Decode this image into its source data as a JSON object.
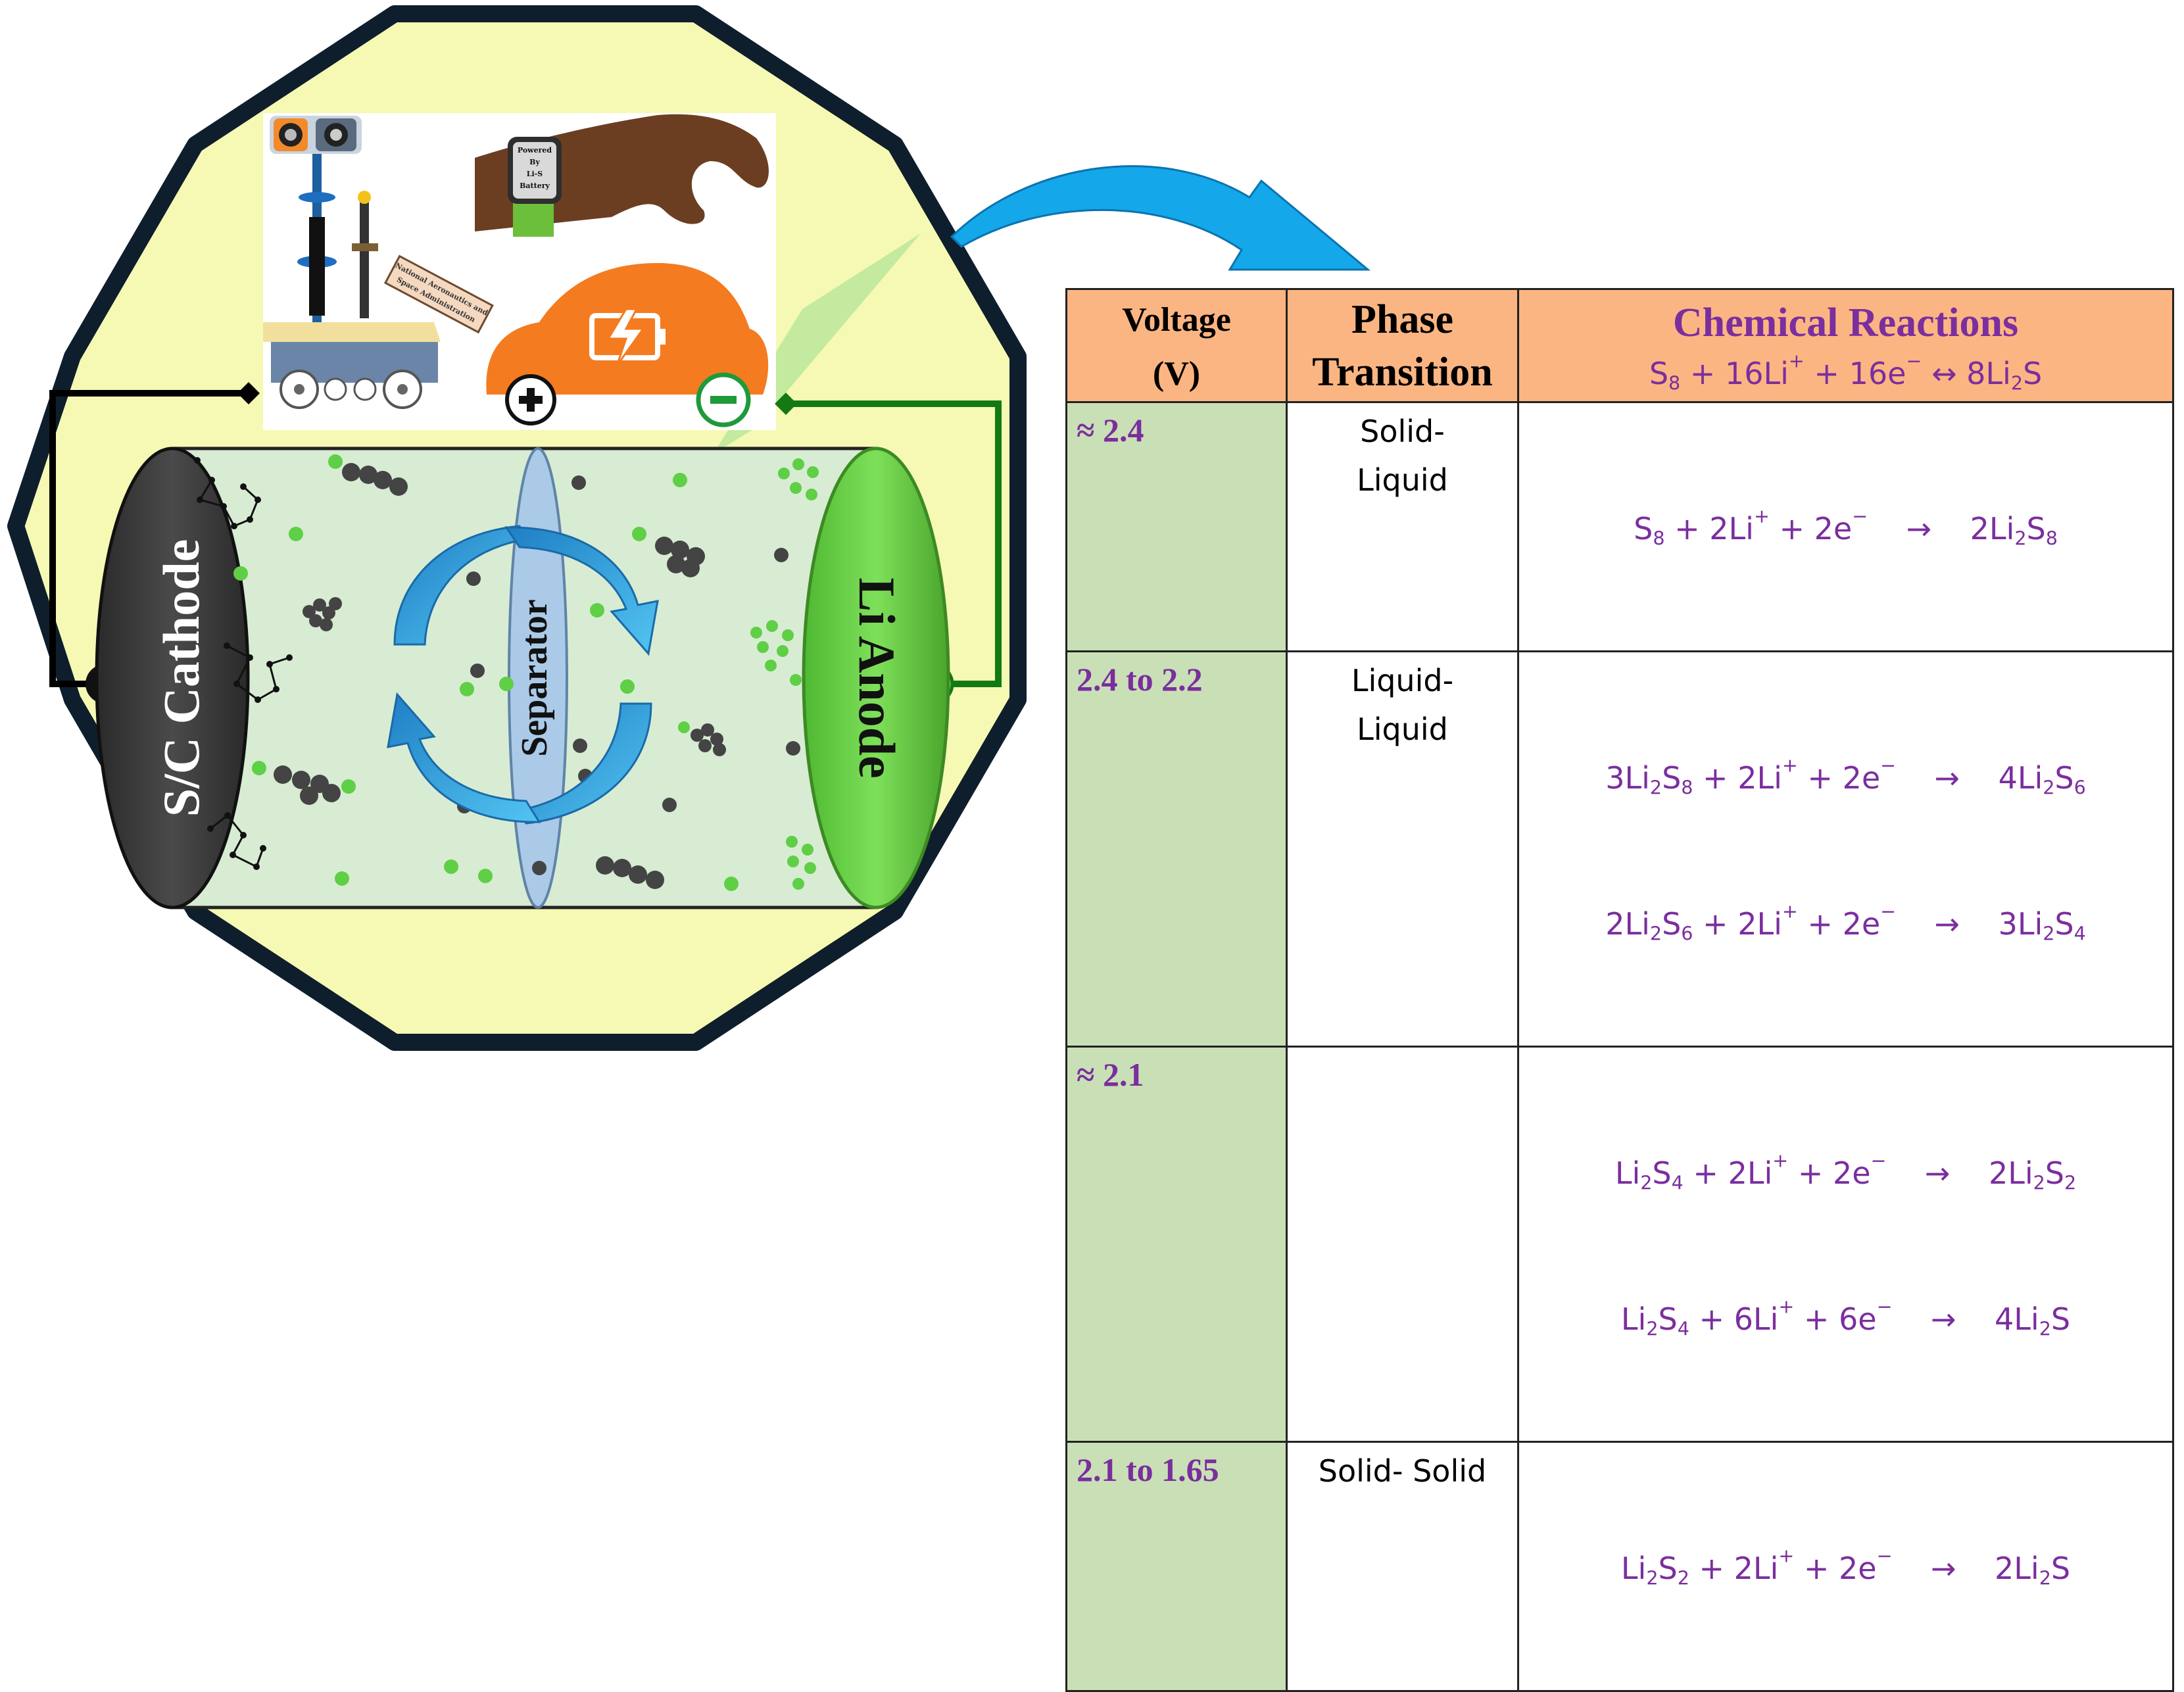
{
  "diagram": {
    "cathode_label": "S/C Cathode",
    "anode_label": "Li Anode",
    "separator_label": "Separator",
    "watch_text": [
      "Powered",
      "By",
      "Li-S",
      "Battery"
    ],
    "rover_sign_text": [
      "National Aeronautics and",
      "Space Administration"
    ],
    "colors": {
      "decagon_fill": "#f6f9b3",
      "decagon_stroke": "#0e1e2c",
      "electrolyte": "#d7ecd3",
      "cathode": "#3a3a3a",
      "anode": "#6fd44a",
      "separator": "#a9c9ea",
      "arrow": "#29a9e0",
      "car": "#f47b20",
      "sulfur_dot": "#444444",
      "lithium_dot": "#5fcf45",
      "wire_negative": "#000000",
      "wire_positive": "#137a13"
    },
    "icons": [
      "plus-terminal-icon",
      "minus-terminal-icon",
      "battery-charging-icon",
      "camera-icon",
      "curved-arrow-icon",
      "cycle-arrow-icon"
    ]
  },
  "table": {
    "header": {
      "voltage": [
        "Voltage",
        "(V)"
      ],
      "phase": [
        "Phase",
        "Transition"
      ],
      "reactions_title": "Chemical Reactions",
      "overall_equation": [
        [
          "S"
        ],
        [
          "8",
          "sub"
        ],
        [
          " + 16Li"
        ],
        [
          "+",
          "sup"
        ],
        [
          " + 16e"
        ],
        [
          "−",
          "sup"
        ],
        [
          "  ↔ 8Li"
        ],
        [
          "2",
          "sub"
        ],
        [
          "S"
        ]
      ]
    },
    "rows": [
      {
        "voltage": "≈ 2.4",
        "phase": [
          "Solid-",
          "Liquid"
        ],
        "equations": [
          [
            [
              "S"
            ],
            [
              "8",
              "sub"
            ],
            [
              " + 2Li"
            ],
            [
              "+",
              "sup"
            ],
            [
              " + 2e"
            ],
            [
              "−",
              "sup"
            ],
            [
              "    →    2Li"
            ],
            [
              "2",
              "sub"
            ],
            [
              "S"
            ],
            [
              "8",
              "sub"
            ]
          ]
        ]
      },
      {
        "voltage": "2.4 to 2.2",
        "phase": [
          "Liquid-",
          "Liquid"
        ],
        "equations": [
          [
            [
              "3Li"
            ],
            [
              "2",
              "sub"
            ],
            [
              "S"
            ],
            [
              "8",
              "sub"
            ],
            [
              " + 2Li"
            ],
            [
              "+",
              "sup"
            ],
            [
              " + 2e"
            ],
            [
              "−",
              "sup"
            ],
            [
              "    →    4Li"
            ],
            [
              "2",
              "sub"
            ],
            [
              "S"
            ],
            [
              "6",
              "sub"
            ]
          ],
          [
            [
              "2Li"
            ],
            [
              "2",
              "sub"
            ],
            [
              "S"
            ],
            [
              "6",
              "sub"
            ],
            [
              " + 2Li"
            ],
            [
              "+",
              "sup"
            ],
            [
              " + 2e"
            ],
            [
              "−",
              "sup"
            ],
            [
              "    →    3Li"
            ],
            [
              "2",
              "sub"
            ],
            [
              "S"
            ],
            [
              "4",
              "sub"
            ]
          ]
        ]
      },
      {
        "voltage": "≈ 2.1",
        "phase": [],
        "equations": [
          [
            [
              "Li"
            ],
            [
              "2",
              "sub"
            ],
            [
              "S"
            ],
            [
              "4",
              "sub"
            ],
            [
              " + 2Li"
            ],
            [
              "+",
              "sup"
            ],
            [
              " + 2e"
            ],
            [
              "−",
              "sup"
            ],
            [
              "    →    2Li"
            ],
            [
              "2",
              "sub"
            ],
            [
              "S"
            ],
            [
              "2",
              "sub"
            ]
          ],
          [
            [
              "Li"
            ],
            [
              "2",
              "sub"
            ],
            [
              "S"
            ],
            [
              "4",
              "sub"
            ],
            [
              " + 6Li"
            ],
            [
              "+",
              "sup"
            ],
            [
              " + 6e"
            ],
            [
              "−",
              "sup"
            ],
            [
              "    →    4Li"
            ],
            [
              "2",
              "sub"
            ],
            [
              "S"
            ]
          ]
        ]
      },
      {
        "voltage": "2.1 to 1.65",
        "phase": [
          "Solid- Solid"
        ],
        "equations": [
          [
            [
              "Li"
            ],
            [
              "2",
              "sub"
            ],
            [
              "S"
            ],
            [
              "2",
              "sub"
            ],
            [
              " + 2Li"
            ],
            [
              "+",
              "sup"
            ],
            [
              " + 2e"
            ],
            [
              "−",
              "sup"
            ],
            [
              "    →    2Li"
            ],
            [
              "2",
              "sub"
            ],
            [
              "S"
            ]
          ]
        ]
      }
    ],
    "colors": {
      "header_bg": "#fbb582",
      "voltage_bg": "#c9e0b6",
      "reaction_text": "#7b2e9e"
    }
  }
}
